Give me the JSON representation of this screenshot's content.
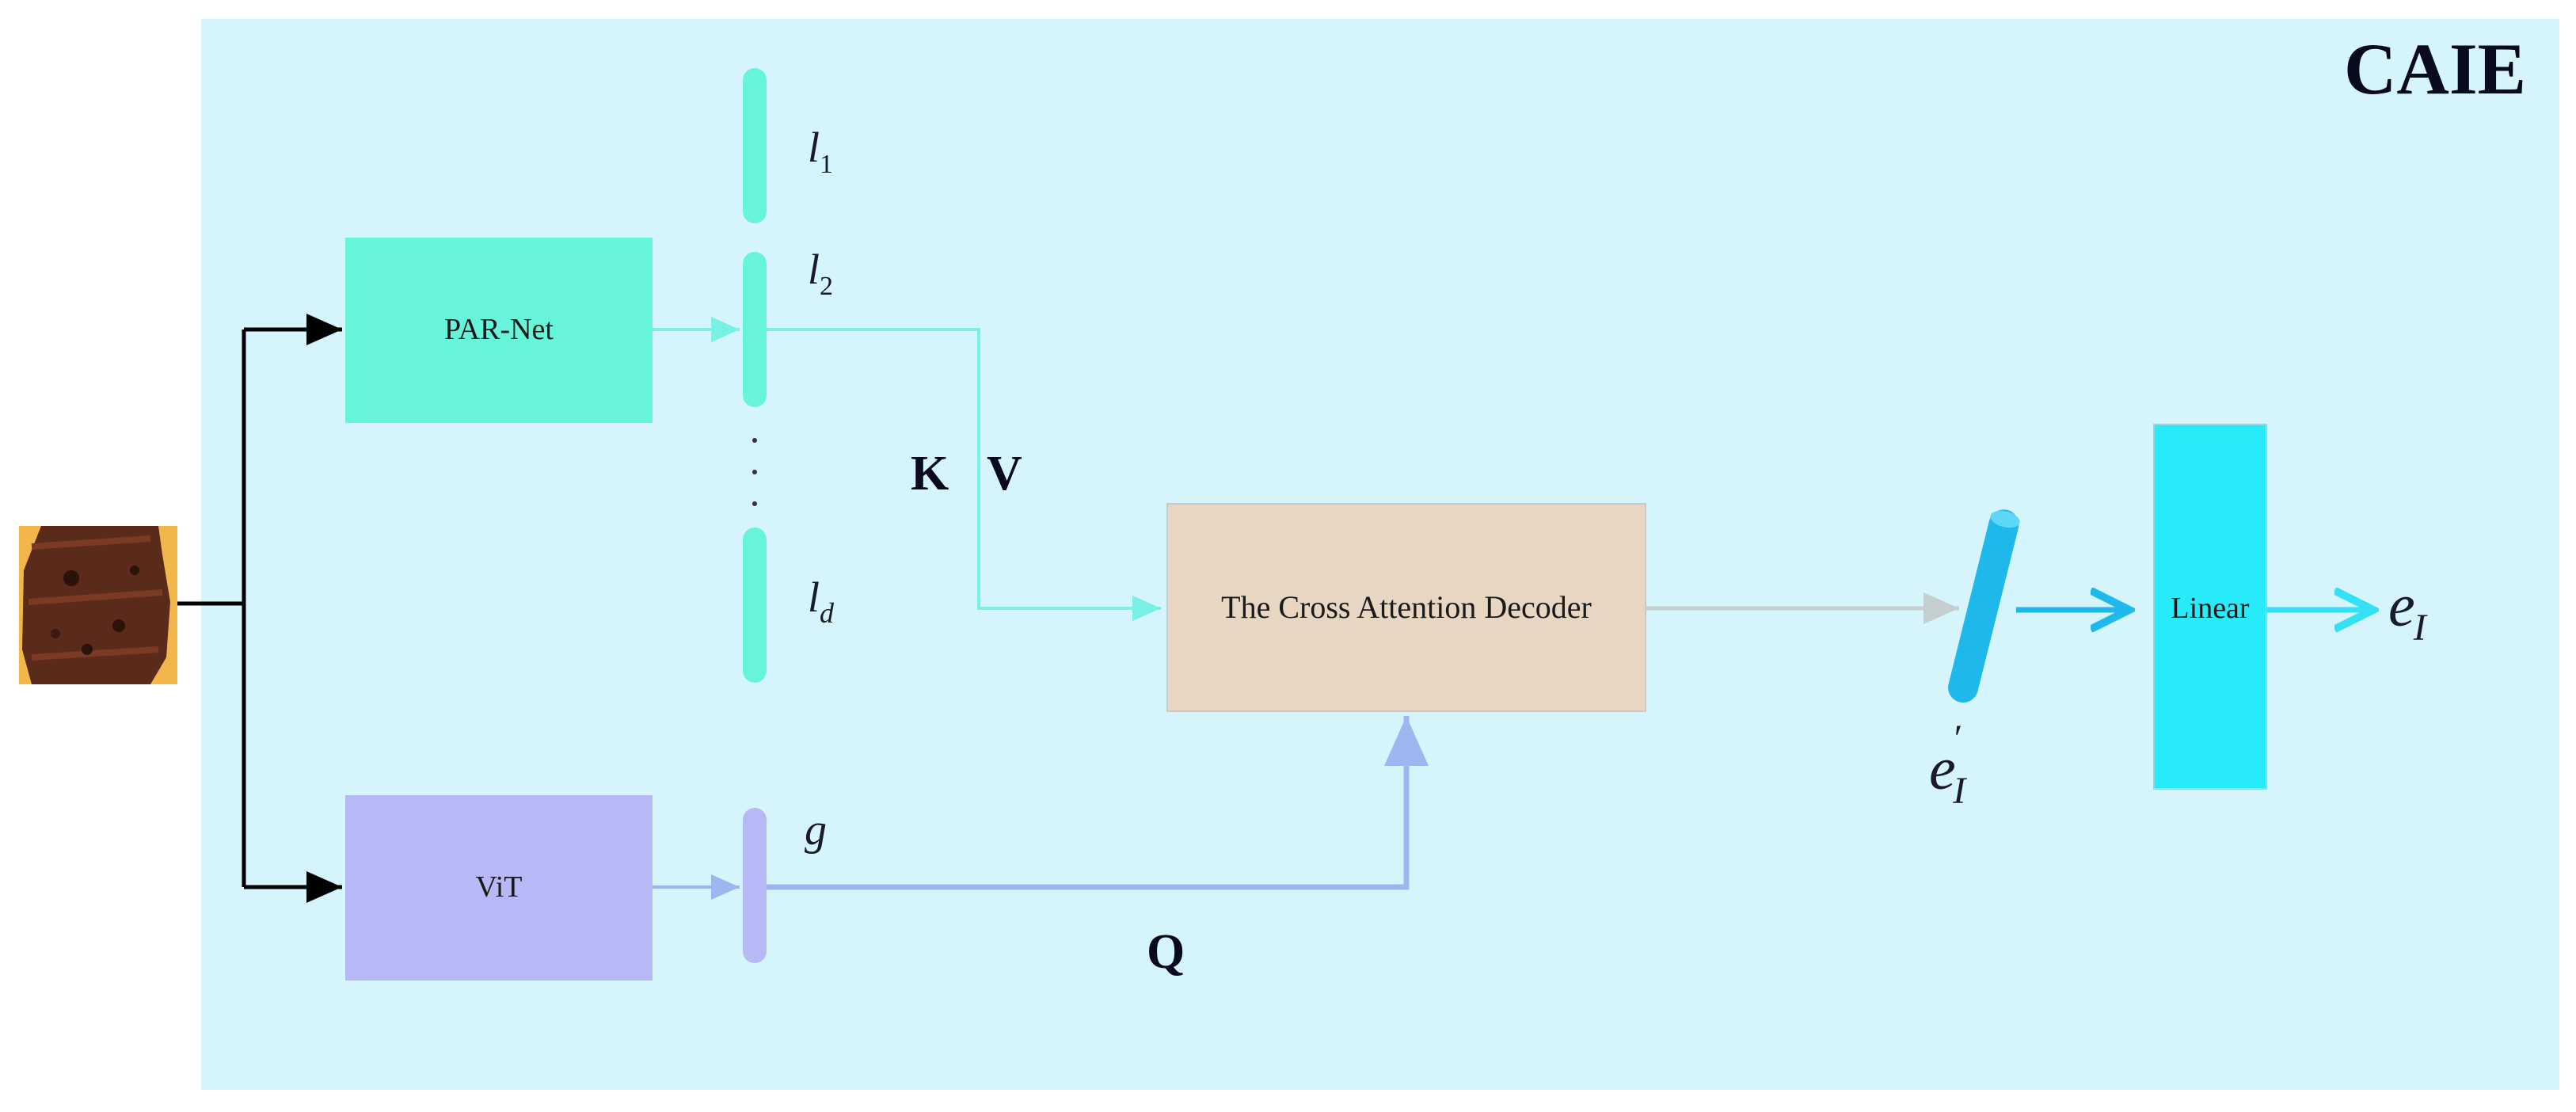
{
  "title": "CAIE",
  "blocks": {
    "par_net": "PAR-Net",
    "vit": "ViT",
    "decoder": "The Cross Attention Decoder",
    "linear": "Linear"
  },
  "features": {
    "l1": {
      "base": "l",
      "sub": "1"
    },
    "l2": {
      "base": "l",
      "sub": "2"
    },
    "ld": {
      "base": "l",
      "sub": "d"
    },
    "g": {
      "base": "g"
    }
  },
  "labels": {
    "k": "K",
    "v": "V",
    "q": "Q"
  },
  "outputs": {
    "e_prime": {
      "base": "e",
      "sub": "I",
      "sup": "′"
    },
    "e_final": {
      "base": "e",
      "sub": "I"
    }
  },
  "colors": {
    "panel": "#d6f4fc",
    "par_net": "#66f5da",
    "vit": "#b7b9f6",
    "decoder": "#e6d6c2",
    "linear": "#29eaf8",
    "teal_line": "#76f1e3",
    "blue_line": "#9eb7f0",
    "gray_line": "#c5cfcf",
    "cyan_arrow": "#1fb8ea",
    "cyan_out": "#34e1f4"
  }
}
